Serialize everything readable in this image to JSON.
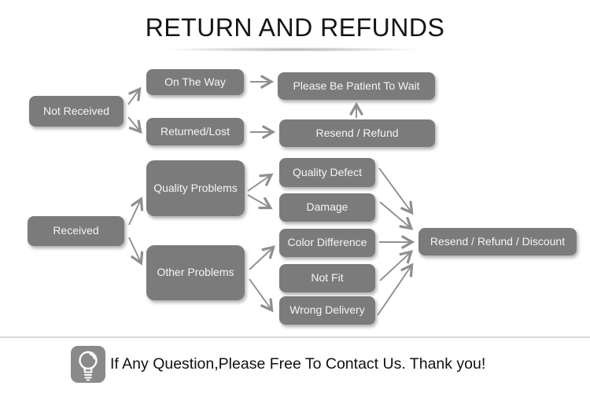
{
  "title": "RETURN AND REFUNDS",
  "diagram": {
    "nodes": {
      "not_received": "Not Received",
      "on_the_way": "On The Way",
      "returned_lost": "Returned/Lost",
      "please_wait": "Please Be Patient To Wait",
      "resend_refund": "Resend / Refund",
      "received": "Received",
      "quality_problems": "Quality Problems",
      "other_problems": "Other Problems",
      "quality_defect": "Quality Defect",
      "damage": "Damage",
      "color_difference": "Color Difference",
      "not_fit": "Not Fit",
      "wrong_delivery": "Wrong Delivery",
      "resend_refund_discount": "Resend / Refund / Discount"
    },
    "edges": [
      {
        "from": "not_received",
        "to": "on_the_way"
      },
      {
        "from": "not_received",
        "to": "returned_lost"
      },
      {
        "from": "on_the_way",
        "to": "please_wait"
      },
      {
        "from": "returned_lost",
        "to": "resend_refund"
      },
      {
        "from": "resend_refund",
        "to": "please_wait"
      },
      {
        "from": "received",
        "to": "quality_problems"
      },
      {
        "from": "received",
        "to": "other_problems"
      },
      {
        "from": "quality_problems",
        "to": "quality_defect"
      },
      {
        "from": "quality_problems",
        "to": "damage"
      },
      {
        "from": "other_problems",
        "to": "color_difference"
      },
      {
        "from": "other_problems",
        "to": "wrong_delivery"
      },
      {
        "from": "quality_defect",
        "to": "resend_refund_discount"
      },
      {
        "from": "damage",
        "to": "resend_refund_discount"
      },
      {
        "from": "color_difference",
        "to": "resend_refund_discount"
      },
      {
        "from": "not_fit",
        "to": "resend_refund_discount"
      },
      {
        "from": "wrong_delivery",
        "to": "resend_refund_discount"
      }
    ],
    "colors": {
      "node_background": "#7b7b7b",
      "node_text": "#f5f5f5",
      "arrow": "#8f8f8f",
      "title_text": "#141414",
      "divider": "#d9d9d9",
      "icon_background": "#8a8a8a"
    }
  },
  "footer": {
    "icon": "lightbulb-icon",
    "text": "If Any Question,Please Free To Contact Us. Thank you!"
  }
}
